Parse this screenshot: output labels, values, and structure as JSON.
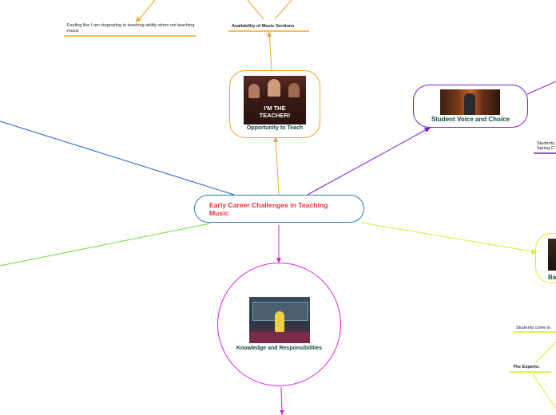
{
  "colors": {
    "orange": "#f5a623",
    "purple": "#7a1fd6",
    "blue": "#1e5fd8",
    "green": "#66e02a",
    "yellow": "#d7ef1e",
    "magenta": "#e01ee0",
    "central_border": "#1f7fb8",
    "central_text": "#e8313a",
    "node_text": "#174a3b"
  },
  "central": {
    "title": "Early Career Challenges in Teaching Music"
  },
  "nodes": {
    "opportunity": {
      "title": "Opportunity to Teach",
      "image_caption": "I'M THE TEACHER!"
    },
    "student_voice": {
      "title": "Student Voice and Choice"
    },
    "knowledge": {
      "title": "Knowledge and Responsibilities"
    },
    "right_partial": {
      "title": "Ba"
    }
  },
  "leaves": {
    "stagnating": "Feeling like I am stagnating in teaching ability when not teaching music",
    "availability": "Availability of Music Sections",
    "students_partial_1": "Students",
    "students_partial_2": "Spring C",
    "students_come": "Students come in",
    "experts": "The Experts:"
  }
}
